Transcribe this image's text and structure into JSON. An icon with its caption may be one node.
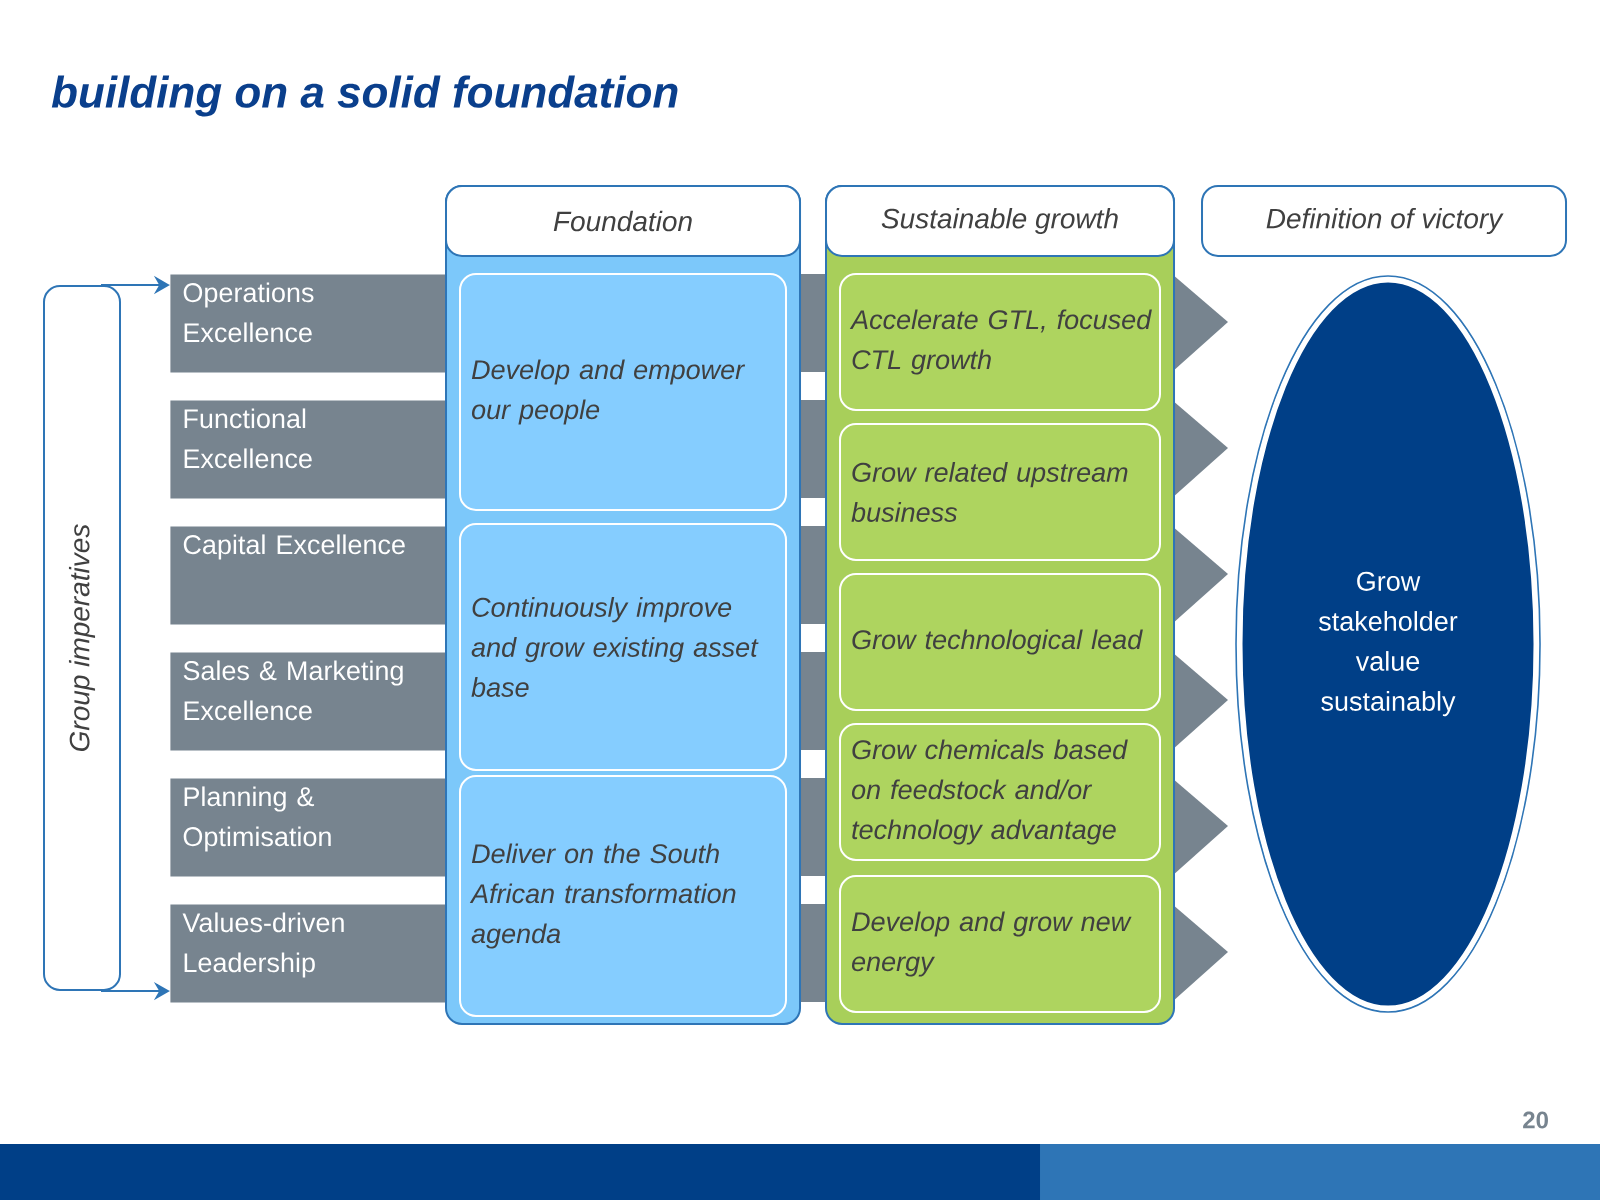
{
  "diagram": {
    "title": "building on a solid foundation",
    "nodes": [
      {
        "text": [
          "Group imperatives"
        ]
      },
      {
        "text": [
          "Operations Excellence"
        ]
      },
      {
        "text": [
          "Functional Excellence"
        ]
      },
      {
        "text": [
          "Capital Excellence"
        ]
      },
      {
        "text": [
          "Sales & Marketing Excellence"
        ]
      },
      {
        "text": [
          "Planning & Optimisation"
        ]
      },
      {
        "text": [
          "Values-driven Leadership"
        ]
      },
      {
        "text": [],
        "shape": "box"
      },
      {
        "text": [
          "Foundation"
        ],
        "in": 7
      },
      {
        "text": [
          "Develop and empower our people"
        ],
        "in": 7
      },
      {
        "text": [
          "Continuously improve and grow existing asset base"
        ],
        "in": 7
      },
      {
        "text": [
          "Deliver on the South African transformation agenda"
        ],
        "in": 7
      },
      {
        "text": [],
        "shape": "box"
      },
      {
        "text": [
          "Sustainable growth"
        ],
        "in": 12
      },
      {
        "text": [
          "Accelerate GTL, focused CTL growth"
        ],
        "in": 12
      },
      {
        "text": [
          "Grow related upstream business"
        ],
        "in": 12
      },
      {
        "text": [
          "Grow technological lead"
        ],
        "in": 12
      },
      {
        "text": [
          "Grow chemicals based on feedstock and/or technology advantage"
        ],
        "in": 12
      },
      {
        "text": [
          "Develop and grow new energy"
        ],
        "in": 12
      },
      {
        "text": [
          "Definition of victory"
        ]
      },
      {
        "text": [
          "Grow stakeholder value sustainably"
        ]
      }
    ],
    "edges": [
      {
        "from": 0,
        "to": 1,
        "arrow": "to"
      },
      {
        "from": 0,
        "to": 6,
        "arrow": "to"
      }
    ],
    "labels": [
      "20"
    ]
  }
}
